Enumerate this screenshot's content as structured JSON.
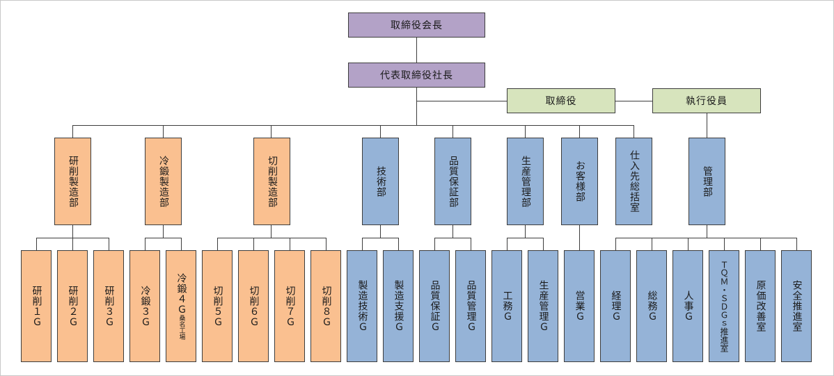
{
  "colors": {
    "executive": "#b3a2c7",
    "board": "#d7e4bd",
    "manufacturing": "#fac090",
    "department": "#95b3d7",
    "line": "#3c3c3c"
  },
  "chairman": "取締役会長",
  "president": "代表取締役社長",
  "directors": "取締役",
  "executive_officers": "執行役員",
  "departments": {
    "grinding": "研削製造部",
    "cold_forging": "冷鍛製造部",
    "cutting": "切削製造部",
    "engineering": "技術部",
    "quality": "品質保証部",
    "production": "生産管理部",
    "customer": "お客様部",
    "supplier": "仕入先総括室",
    "admin": "管理部"
  },
  "groups": {
    "grinding_1": "研削１Ｇ",
    "grinding_2": "研削２Ｇ",
    "grinding_3": "研削３Ｇ",
    "cold_forging_3": "冷鍛３Ｇ",
    "cold_forging_4": "冷鍛４Ｇ",
    "cold_forging_4_note": "桑名工場",
    "cutting_5": "切削５Ｇ",
    "cutting_6": "切削６Ｇ",
    "cutting_7": "切削７Ｇ",
    "cutting_8": "切削８Ｇ",
    "mfg_tech": "製造技術Ｇ",
    "mfg_support": "製造支援Ｇ",
    "qa": "品質保証Ｇ",
    "qc": "品質管理Ｇ",
    "works": "工務Ｇ",
    "prod_control": "生産管理Ｇ",
    "sales": "営業Ｇ",
    "accounting": "経理Ｇ",
    "general_affairs": "総務Ｇ",
    "hr": "人事Ｇ",
    "tqm": "ＴＱＭ・ＳＤＧｓ推進室",
    "cost": "原価改善室",
    "safety": "安全推進室"
  }
}
